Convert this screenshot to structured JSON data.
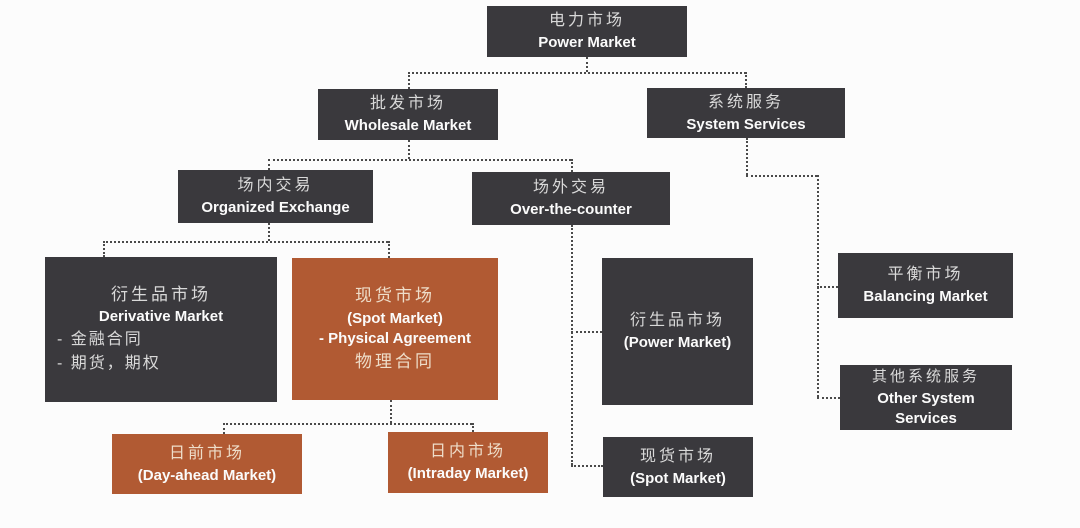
{
  "diagram": {
    "type": "hierarchy-flowchart",
    "language": "zh-CN / en",
    "colors": {
      "dark_box": "#3a393d",
      "orange_box": "#b15a33",
      "zh_text": "#d9d9d9",
      "en_text": "#fbfbfb",
      "connector": "#4a4a4a",
      "background": "#fcfcfc"
    },
    "nodes": {
      "power_market": {
        "zh": "电力市场",
        "en": "Power Market"
      },
      "wholesale_market": {
        "zh": "批发市场",
        "en": "Wholesale Market"
      },
      "system_services": {
        "zh": "系统服务",
        "en": "System Services"
      },
      "organized_exchange": {
        "zh": "场内交易",
        "en": "Organized Exchange"
      },
      "over_the_counter": {
        "zh": "场外交易",
        "en": "Over-the-counter"
      },
      "derivative_market": {
        "zh": "衍生品市场",
        "en": "Derivative Market",
        "bullets": [
          "- 金融合同",
          "- 期货，期权"
        ]
      },
      "spot_market": {
        "zh": "现货市场",
        "en": "(Spot Market)",
        "line3": "- Physical Agreement",
        "line4": "物理合同"
      },
      "otc_derivative_market": {
        "zh": "衍生品市场",
        "en": "(Power Market)"
      },
      "otc_spot_market": {
        "zh": "现货市场",
        "en": "(Spot Market)"
      },
      "balancing_market": {
        "zh": "平衡市场",
        "en": "Balancing Market"
      },
      "other_system_services": {
        "zh": "其他系统服务",
        "en": "Other System",
        "en2": "Services"
      },
      "day_ahead_market": {
        "zh": "日前市场",
        "en": "(Day-ahead Market)"
      },
      "intraday_market": {
        "zh": "日内市场",
        "en": "(Intraday Market)"
      }
    }
  }
}
